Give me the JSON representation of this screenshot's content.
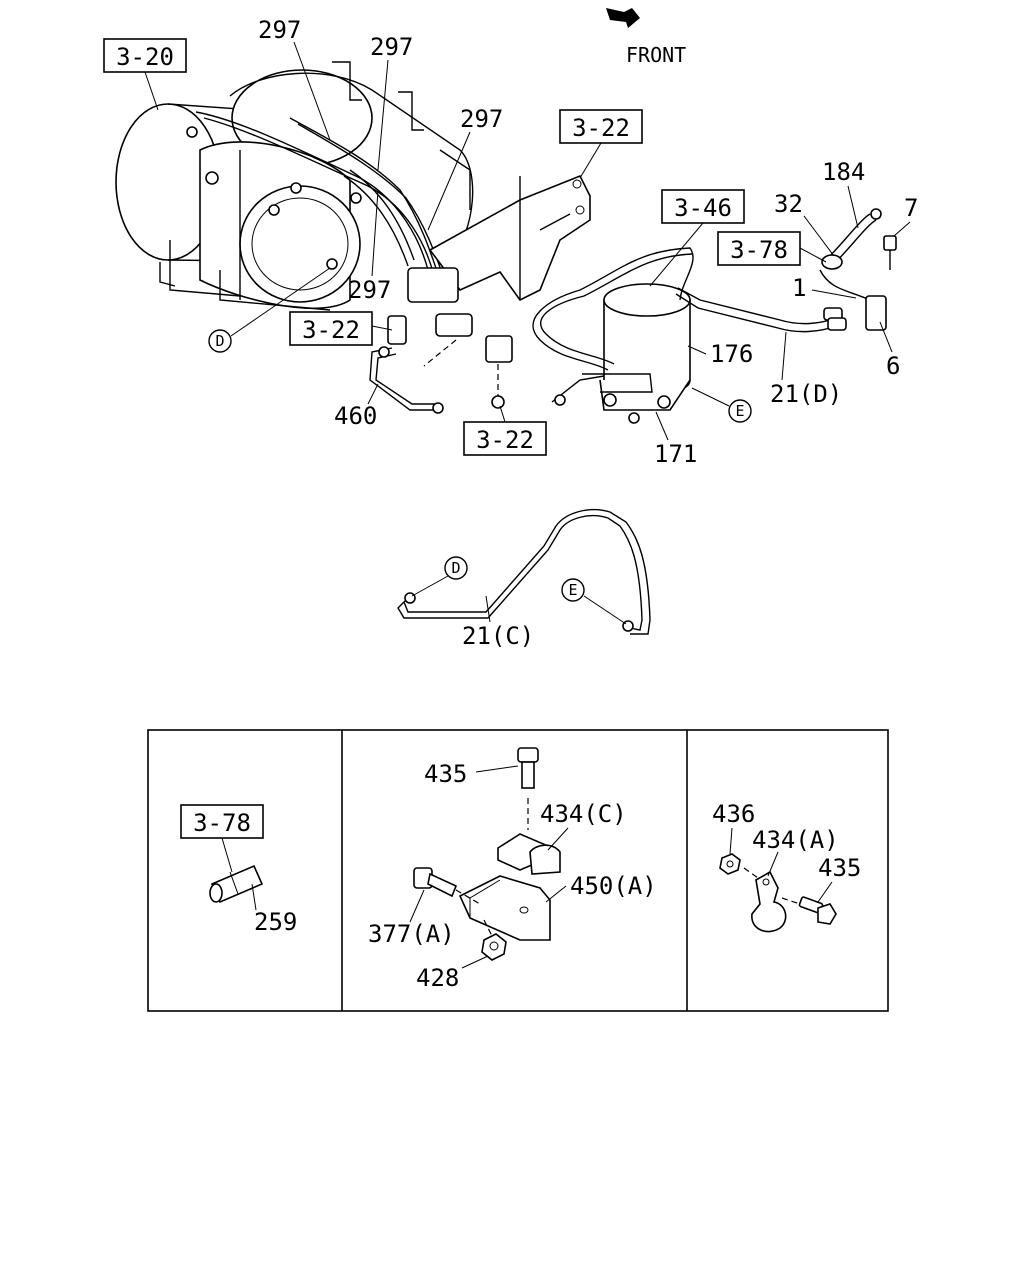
{
  "header": {
    "front_label": "FRONT"
  },
  "refs": {
    "r_3_20": "3-20",
    "r_3_22_top": "3-22",
    "r_3_22_left": "3-22",
    "r_3_22_bottom": "3-22",
    "r_3_46": "3-46",
    "r_3_78_main": "3-78",
    "r_3_78_detail": "3-78"
  },
  "callouts": {
    "c297a": "297",
    "c297b": "297",
    "c297c": "297",
    "c297d": "297",
    "c184": "184",
    "c32": "32",
    "c7": "7",
    "c1": "1",
    "c6": "6",
    "c176": "176",
    "c21d": "21(D)",
    "c171": "171",
    "c460": "460",
    "c21c": "21(C)"
  },
  "markers": {
    "d_main": "D",
    "e_main": "E",
    "d_pipe": "D",
    "e_pipe": "E"
  },
  "details": {
    "c259": "259",
    "c435a": "435",
    "c434c": "434(C)",
    "c450a": "450(A)",
    "c377a": "377(A)",
    "c428": "428",
    "c436": "436",
    "c434a": "434(A)",
    "c435b": "435"
  }
}
